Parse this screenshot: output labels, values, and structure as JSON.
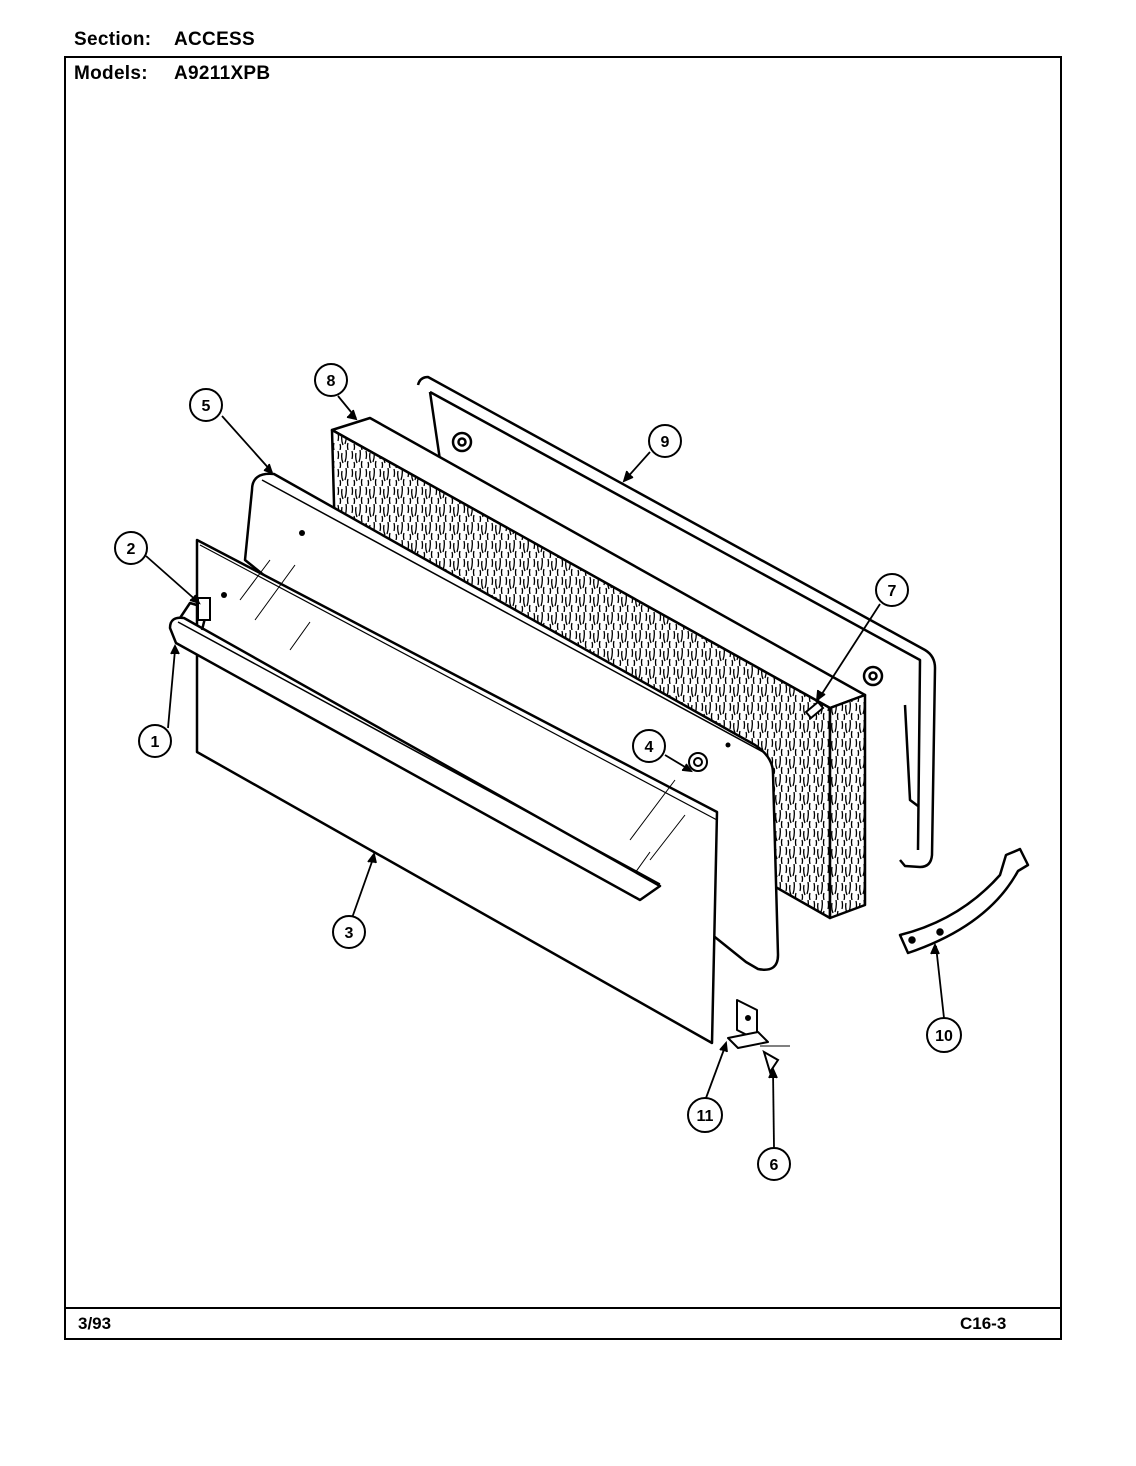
{
  "header": {
    "section_label": "Section:",
    "section_value": "ACCESS",
    "models_label": "Models:",
    "models_value": "A9211XPB"
  },
  "footer": {
    "date": "3/93",
    "code": "C16-3"
  },
  "callouts": [
    "1",
    "2",
    "3",
    "4",
    "5",
    "6",
    "7",
    "8",
    "9",
    "10",
    "11"
  ]
}
